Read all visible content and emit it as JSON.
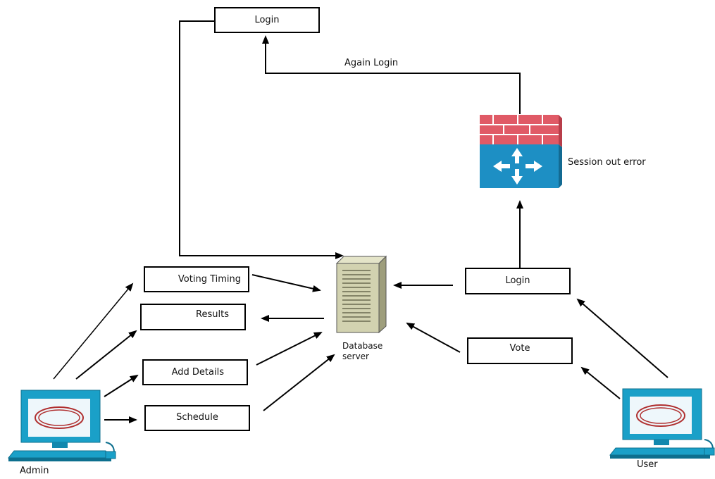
{
  "boxes": {
    "login_top": "Login",
    "voting_timing": "Voting Timing",
    "results": "Results",
    "add_details": "Add Details",
    "schedule": "Schedule",
    "login_user": "Login",
    "vote": "Vote"
  },
  "labels": {
    "again_login": "Again Login",
    "session_out_error": "Session out error",
    "database_server_line1": "Database",
    "database_server_line2": "server",
    "admin": "Admin",
    "user": "User"
  },
  "icons": {
    "admin": "computer-terminal-icon",
    "user": "computer-terminal-icon",
    "database": "server-tower-icon",
    "firewall": "firewall-router-icon"
  },
  "colors": {
    "computer": "#1aa0c8",
    "firewall_brick": "#e05060",
    "firewall_body": "#1a8fc0",
    "server": "#c8c8a0"
  }
}
